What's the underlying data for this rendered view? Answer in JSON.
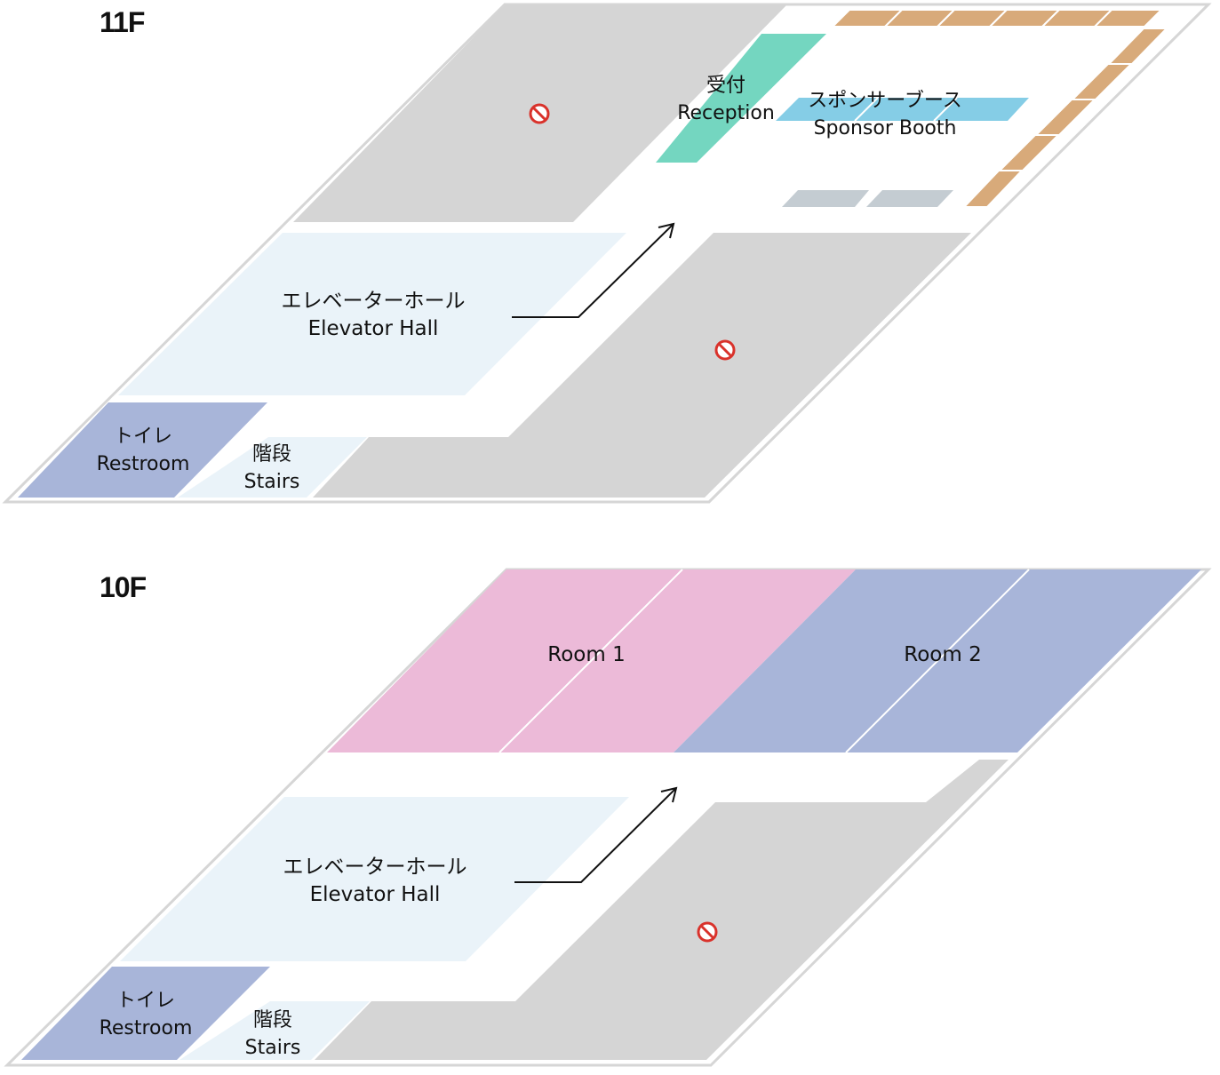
{
  "floors": {
    "f11": {
      "label": "11F",
      "reception": {
        "ja": "受付",
        "en": "Reception"
      },
      "sponsor_booth": {
        "ja": "スポンサーブース",
        "en": "Sponsor Booth"
      },
      "elevator_hall": {
        "ja": "エレベーターホール",
        "en": "Elevator Hall"
      },
      "restroom": {
        "ja": "トイレ",
        "en": "Restroom"
      },
      "stairs": {
        "ja": "階段",
        "en": "Stairs"
      }
    },
    "f10": {
      "label": "10F",
      "room1": "Room 1",
      "room2": "Room 2",
      "elevator_hall": {
        "ja": "エレベーターホール",
        "en": "Elevator Hall"
      },
      "restroom": {
        "ja": "トイレ",
        "en": "Restroom"
      },
      "stairs": {
        "ja": "階段",
        "en": "Stairs"
      }
    }
  },
  "icons": {
    "restricted": "no-entry-icon",
    "route": "direction-arrow-icon"
  },
  "colors": {
    "floor_outline": "#d6d6d6",
    "restricted_area": "#d5d5d5",
    "elevator_hall": "#eaf3f9",
    "restroom": "#a8b5d9",
    "reception": "#74d6c0",
    "sponsor_booth": "#85cde6",
    "wall_booths": "#d8aa7a",
    "tables": "#c4ccd2",
    "room1": "#ecbad8",
    "room2": "#a8b5d9",
    "no_entry": "#d9322b"
  }
}
